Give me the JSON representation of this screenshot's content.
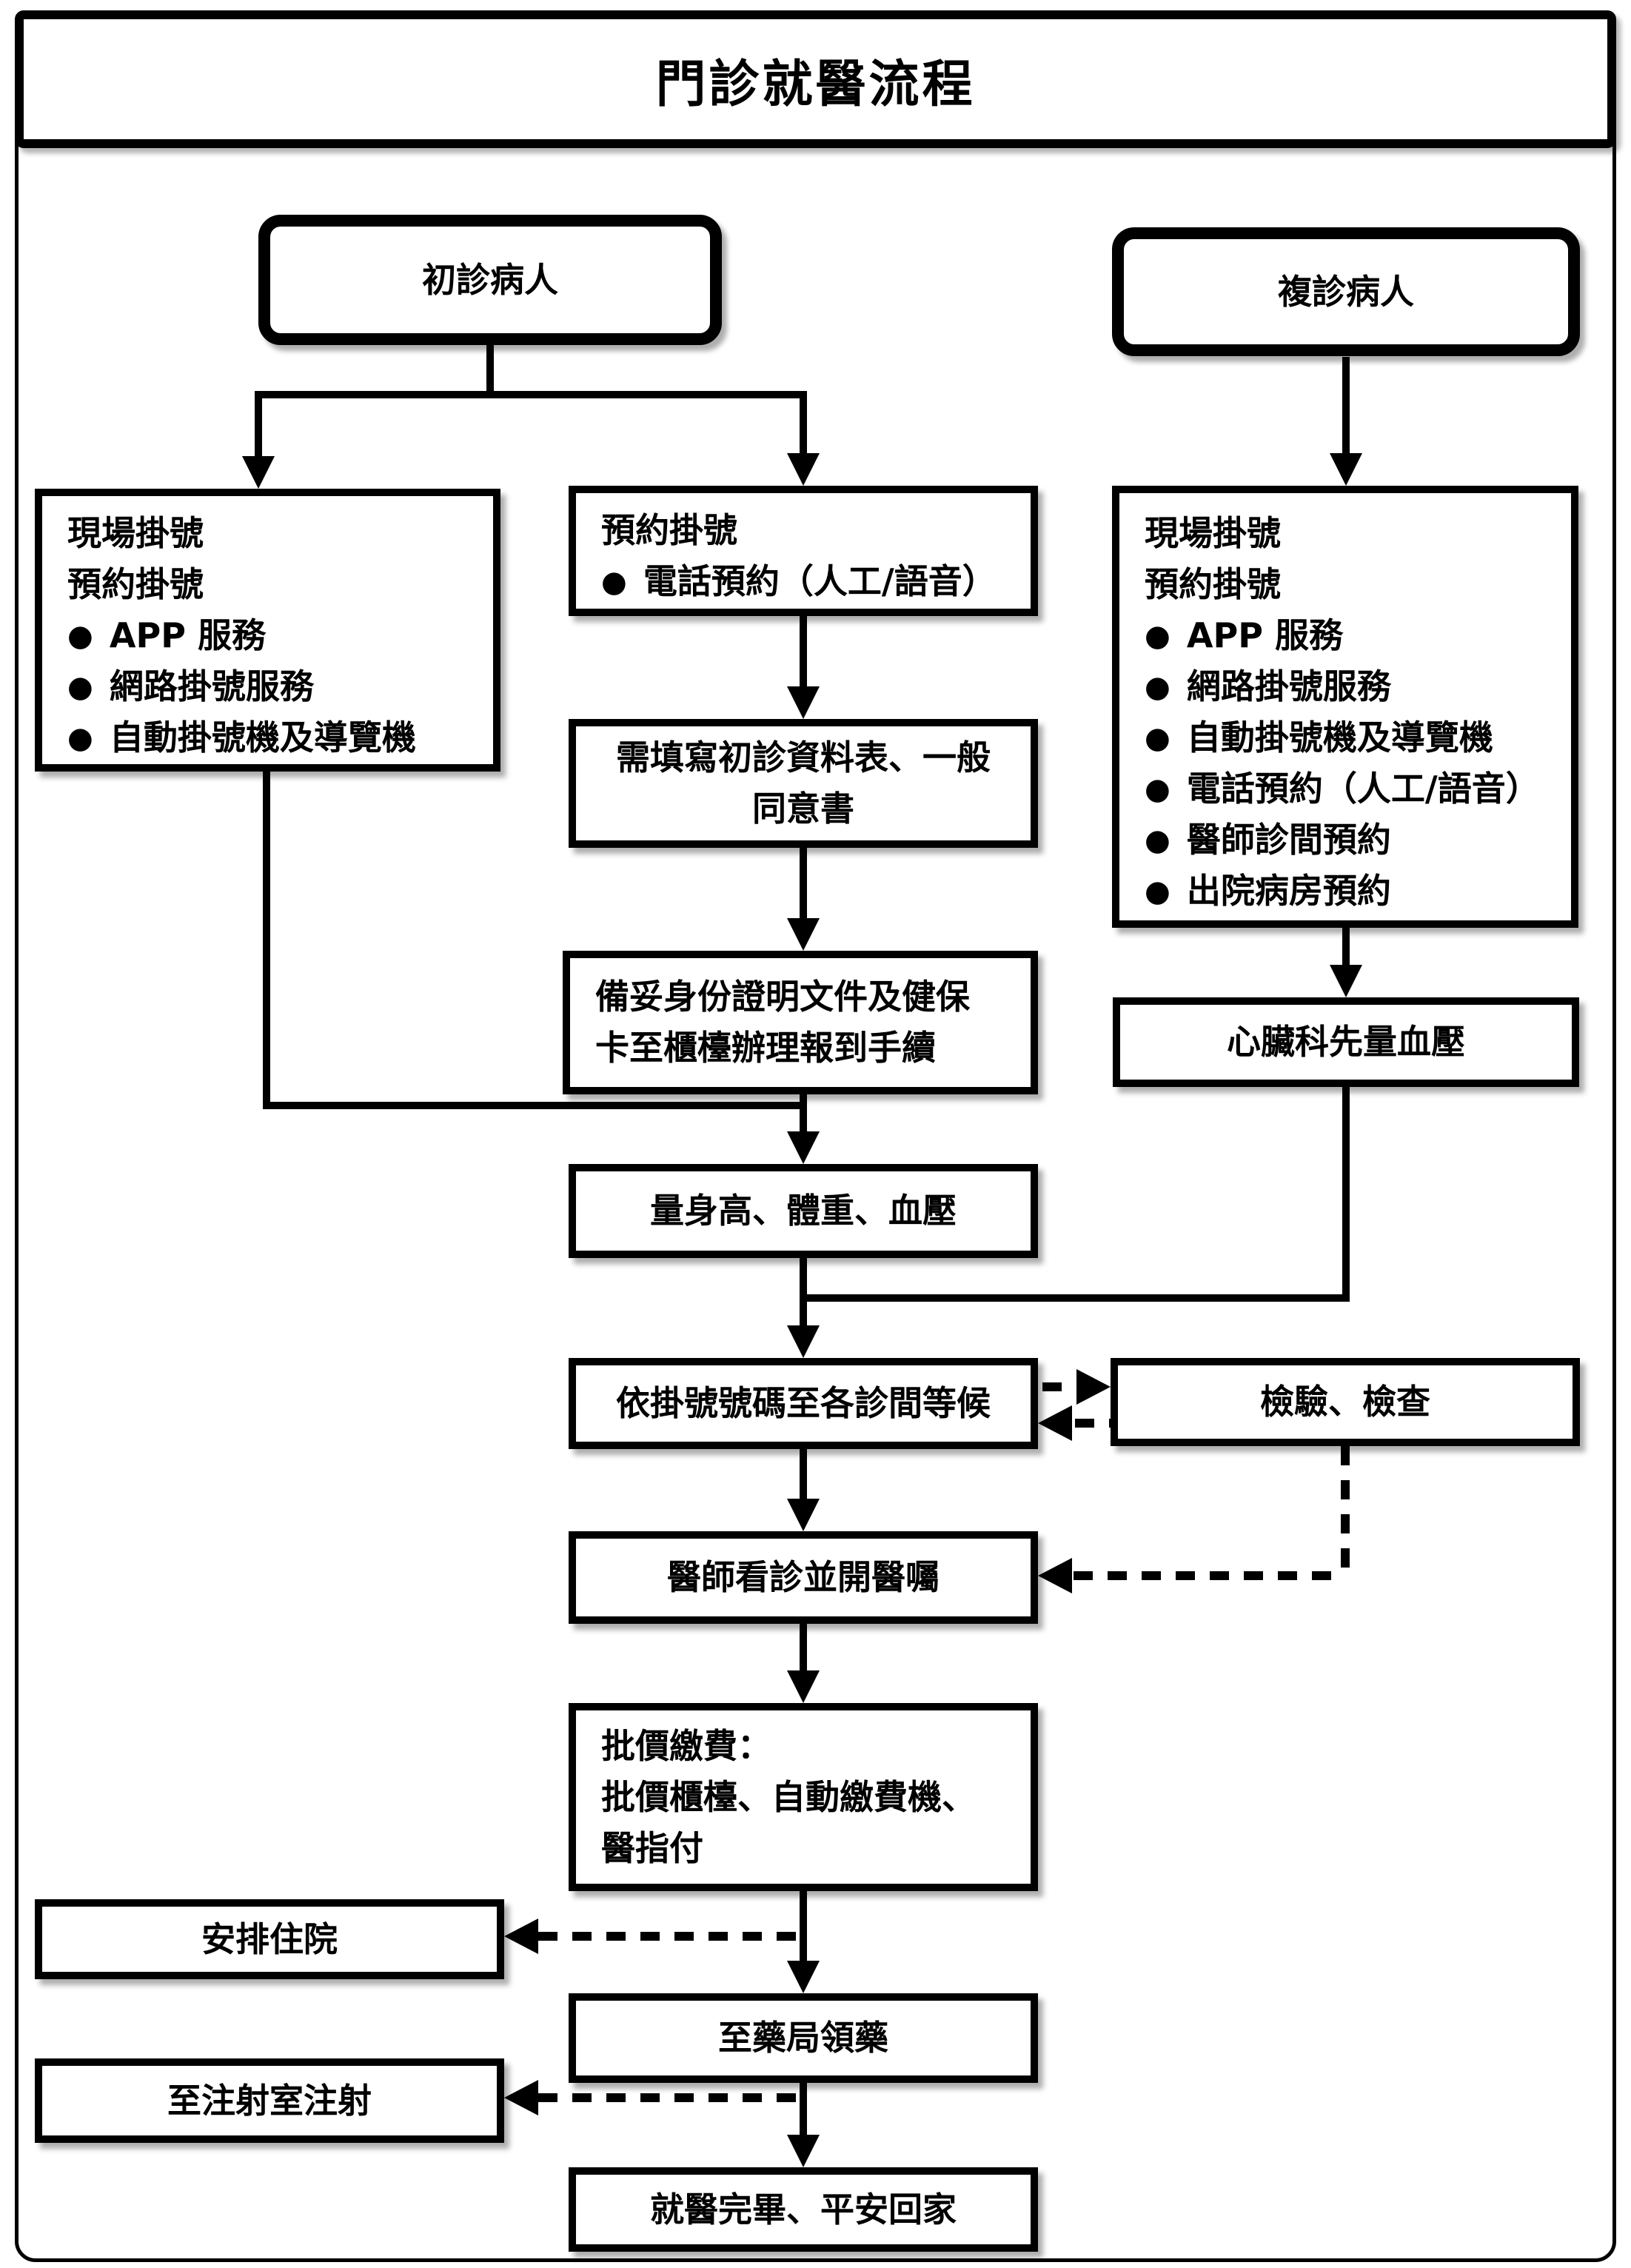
{
  "title": "門診就醫流程",
  "glyphs": {
    "bullet": "●"
  },
  "nodes": {
    "first_visit": {
      "label": "初診病人"
    },
    "return_visit": {
      "label": "複診病人"
    },
    "onsite_left": {
      "lines": [
        "現場掛號",
        "預約掛號"
      ],
      "bullets": [
        "APP 服務",
        "網路掛號服務",
        "自動掛號機及導覽機"
      ]
    },
    "reserve_mid": {
      "lines": [
        "預約掛號"
      ],
      "bullets": [
        "電話預約（人工/語音）"
      ]
    },
    "onsite_right": {
      "lines": [
        "現場掛號",
        "預約掛號"
      ],
      "bullets": [
        "APP 服務",
        "網路掛號服務",
        "自動掛號機及導覽機",
        "電話預約（人工/語音）",
        "醫師診間預約",
        "出院病房預約"
      ]
    },
    "fill_form": {
      "lines": [
        "需填寫初診資料表、一般",
        "同意書"
      ]
    },
    "checkin": {
      "lines": [
        "備妥身份證明文件及健保",
        "卡至櫃檯辦理報到手續"
      ]
    },
    "cardio_bp": {
      "label": "心臟科先量血壓"
    },
    "measure": {
      "label": "量身高、體重、血壓"
    },
    "wait_room": {
      "label": "依掛號號碼至各診間等候"
    },
    "lab_exam": {
      "label": "檢驗、檢查"
    },
    "doctor": {
      "label": "醫師看診並開醫囑"
    },
    "payment": {
      "lines": [
        "批價繳費：",
        "批價櫃檯、自動繳費機、",
        "醫指付"
      ]
    },
    "admission": {
      "label": "安排住院"
    },
    "pharmacy": {
      "label": "至藥局領藥"
    },
    "injection": {
      "label": "至注射室注射"
    },
    "go_home": {
      "label": "就醫完畢、平安回家"
    }
  }
}
